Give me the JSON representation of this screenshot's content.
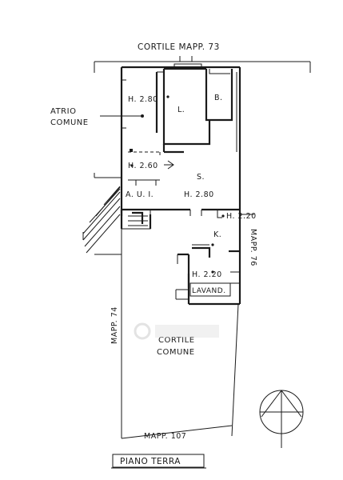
{
  "labels": {
    "cortile_top": "CORTILE  MAPP. 73",
    "atrio": "ATRIO",
    "comune_atrio": "COMUNE",
    "h_280_top": "H. 2.80",
    "room_l": "L.",
    "room_b": "B.",
    "h_260": "H. 2.60",
    "room_s": "S.",
    "aui": "A. U. I.",
    "h_280_s": "H. 2.80",
    "h_220_right": "H. 2.20",
    "room_k": "K.",
    "mapp76": "MAPP. 76",
    "h_220_lav": "H. 2.20",
    "lavand": "LAVAND.",
    "mapp74": "MAPP. 74",
    "cortile_comune_1": "CORTILE",
    "cortile_comune_2": "COMUNE",
    "mapp107": "MAPP. 107",
    "title": "PIANO TERRA"
  },
  "colors": {
    "ink": "#1a1a1a",
    "paper": "#ffffff"
  },
  "icons": {
    "north_arrow": "north-arrow-icon",
    "stairs": "stairs-icon",
    "watermark": "watermark-logo"
  }
}
